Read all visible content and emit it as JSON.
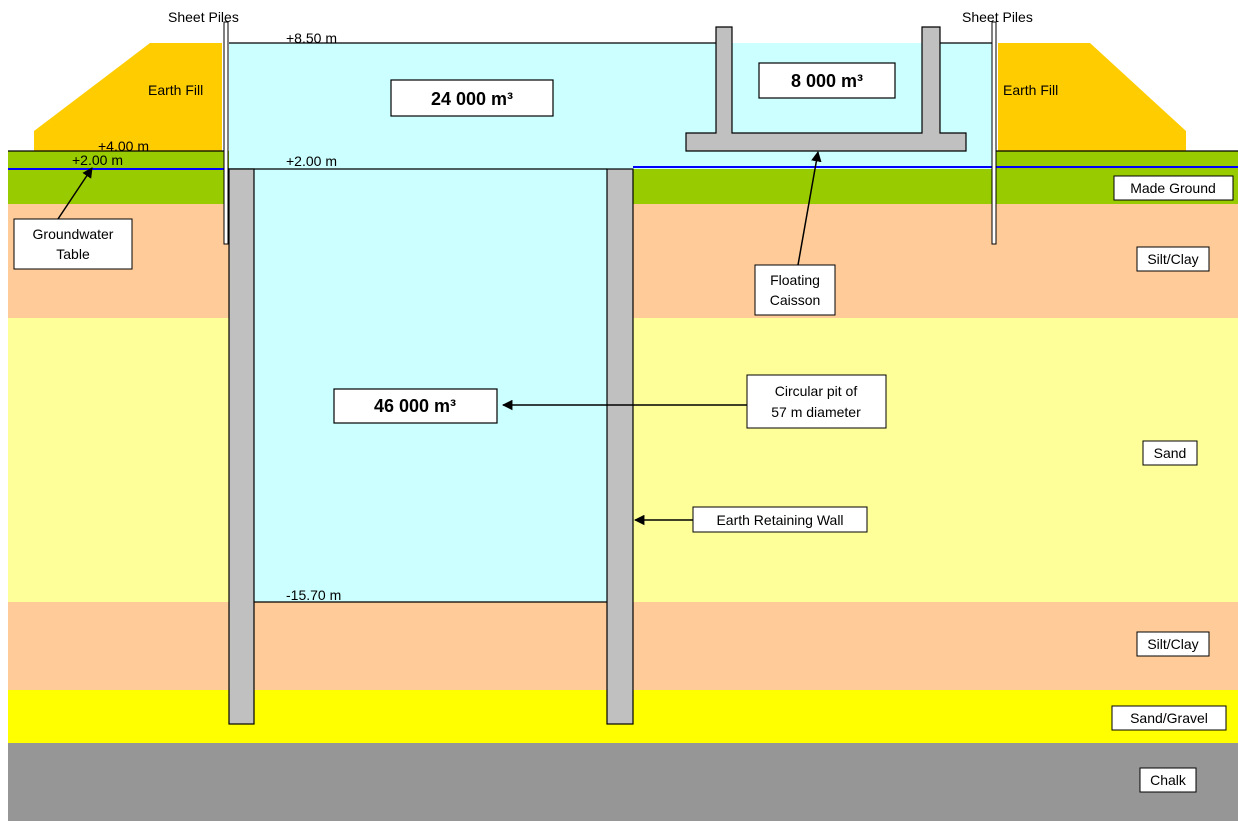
{
  "labels": {
    "sheet_piles_left": "Sheet Piles",
    "sheet_piles_right": "Sheet Piles",
    "earth_fill_left": "Earth Fill",
    "earth_fill_right": "Earth Fill",
    "level_top": "+8.50 m",
    "level_fill_left": "+4.00 m",
    "level_gw_left": "+2.00 m",
    "level_pit_top": "+2.00 m",
    "level_pit_bottom": "-15.70 m",
    "volume_upper": "24 000 m³",
    "volume_caisson": "8 000 m³",
    "volume_pit": "46 000 m³",
    "groundwater_line1": "Groundwater",
    "groundwater_line2": "Table",
    "caisson_line1": "Floating",
    "caisson_line2": "Caisson",
    "pit_line1": "Circular pit of",
    "pit_line2": "57 m  diameter",
    "retaining_wall": "Earth Retaining Wall"
  },
  "strata": [
    "Made Ground",
    "Silt/Clay",
    "Sand",
    "Silt/Clay",
    "Sand/Gravel",
    "Chalk"
  ],
  "colors": {
    "water": "#ccffff",
    "made_ground": "#99cc00",
    "silt_clay": "#ffcc99",
    "sand": "#ffff99",
    "sand_gravel": "#ffff00",
    "chalk": "#969696",
    "earth_fill": "#ffcc00",
    "concrete": "#c0c0c0",
    "groundwater_line": "#0000ff"
  }
}
